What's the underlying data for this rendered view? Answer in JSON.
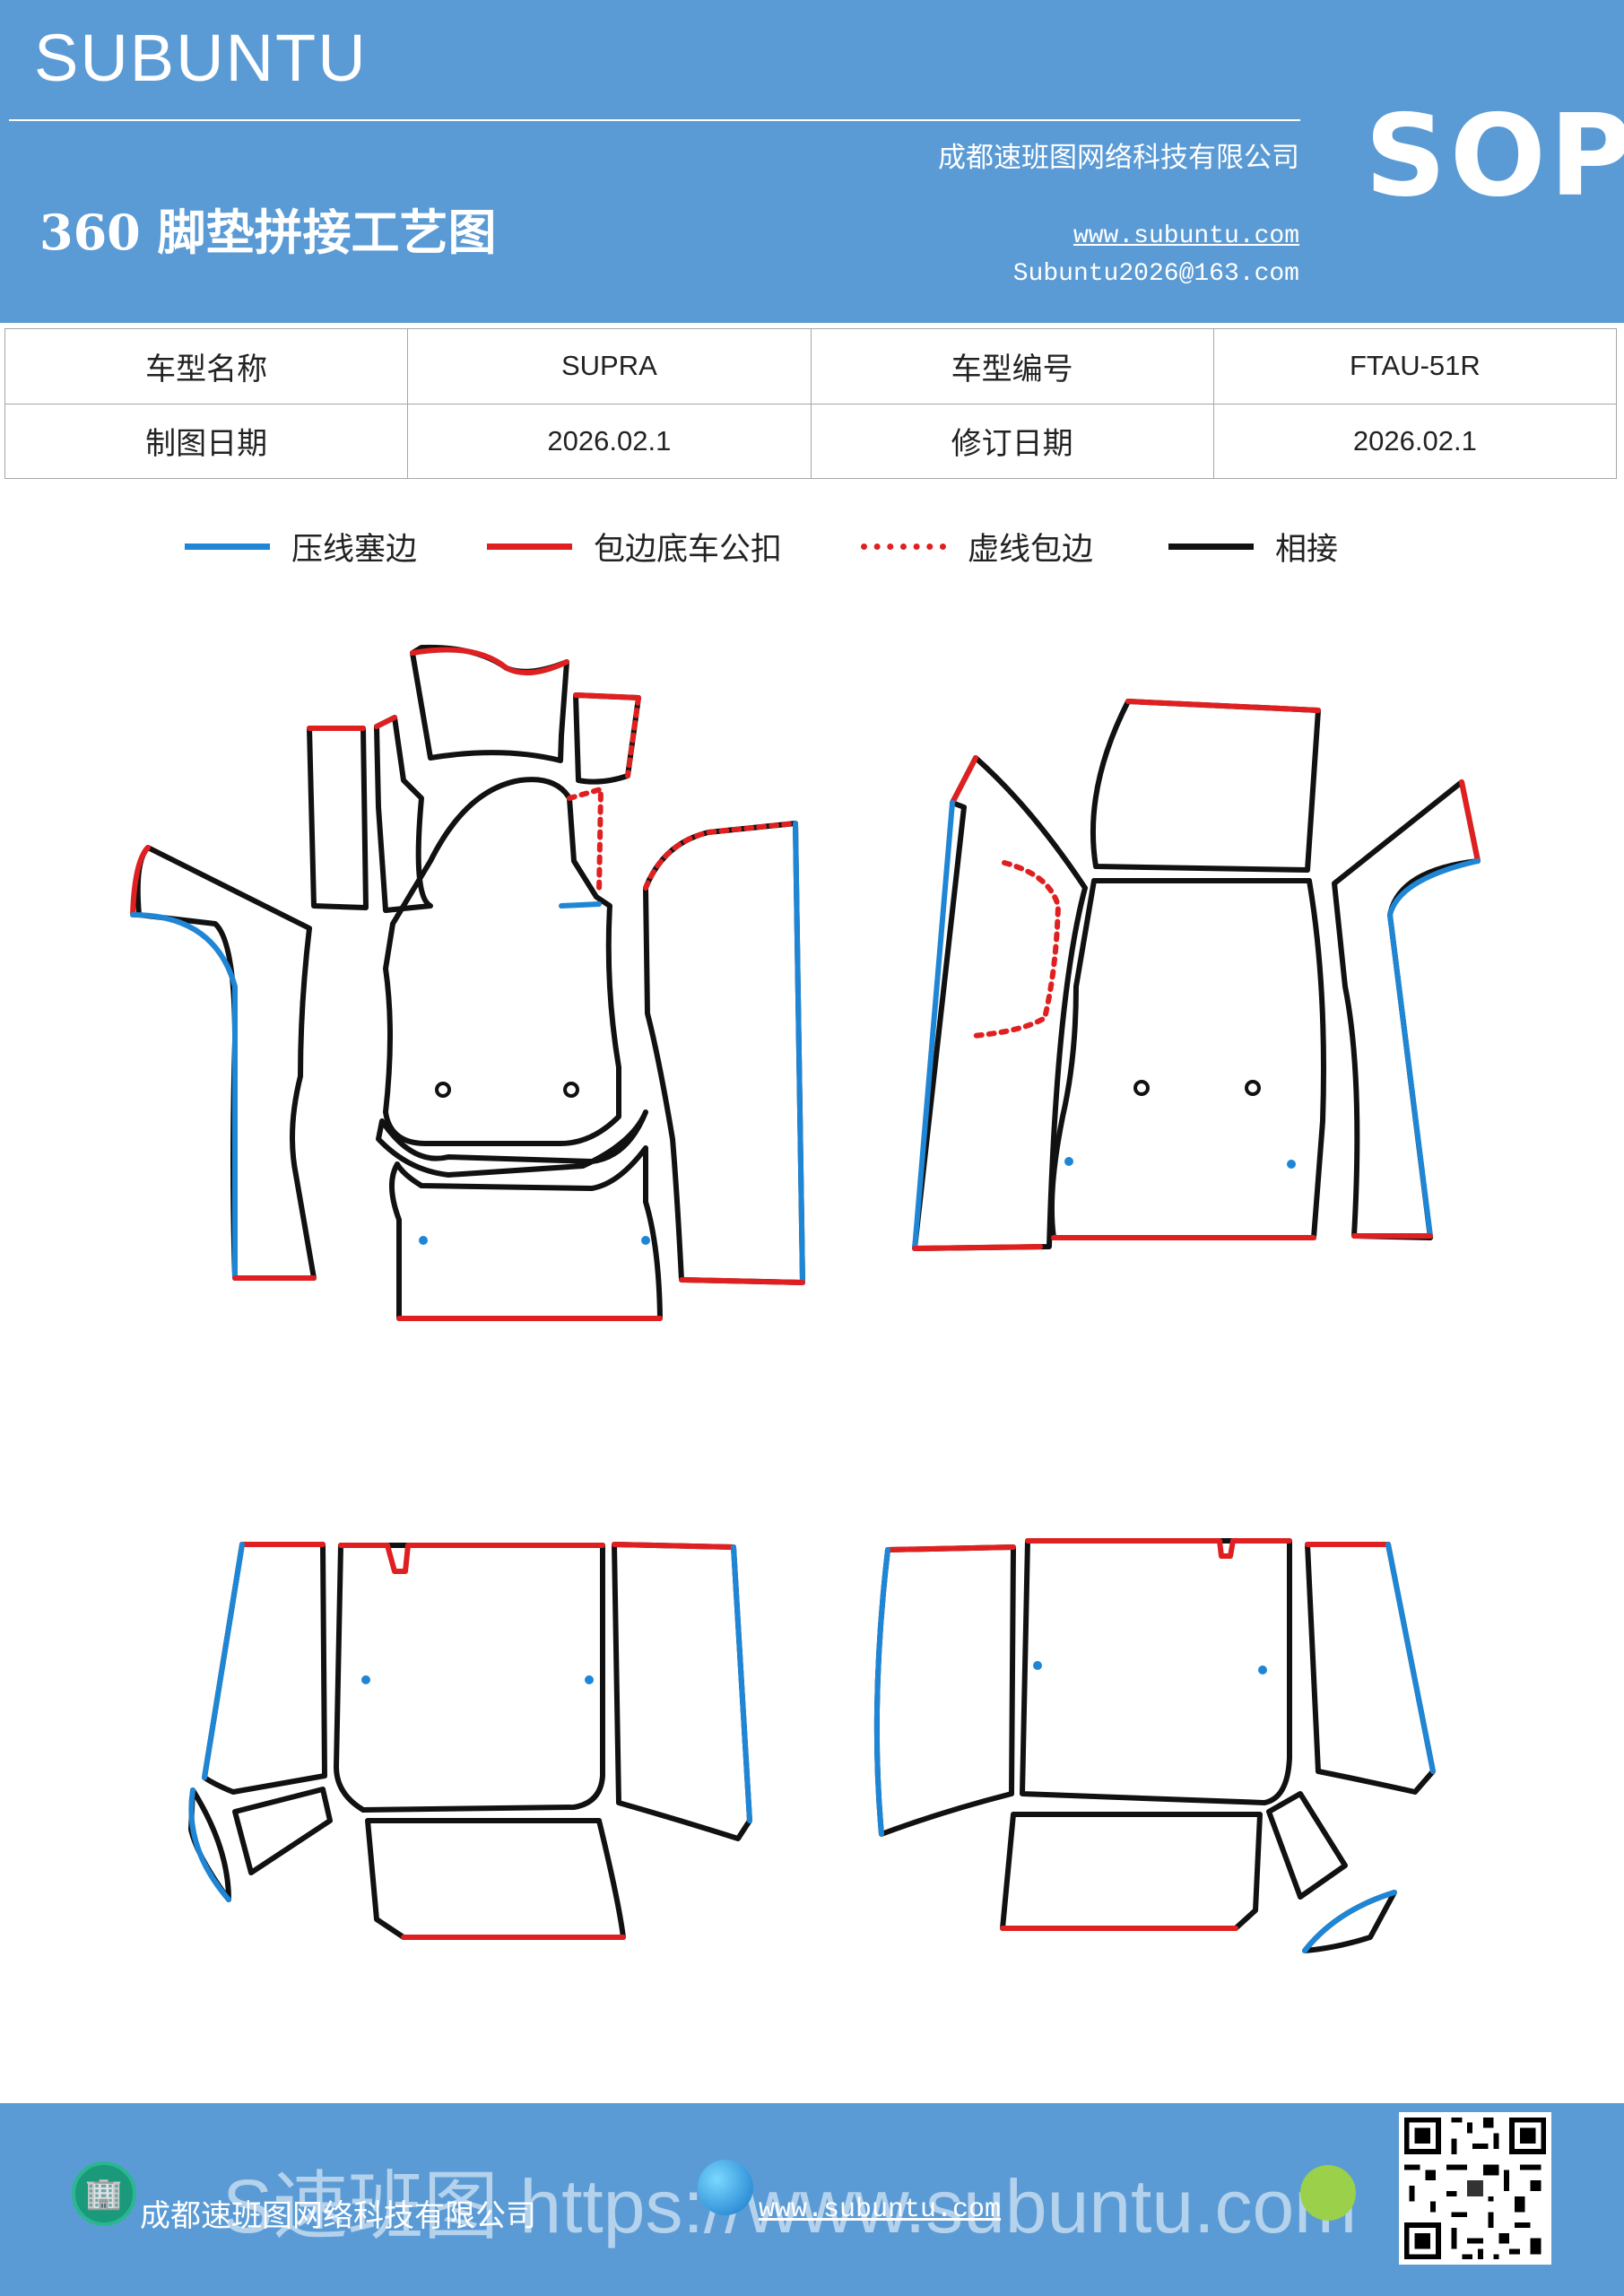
{
  "header": {
    "brand": "SUBUNTU",
    "company": "成都速班图网络科技有限公司",
    "title": "360 脚垫拼接工艺图",
    "website": "www.subuntu.com",
    "email": "Subuntu2026@163.com",
    "badge": "SOP",
    "background_color": "#5b9bd5"
  },
  "info_table": {
    "rows": [
      [
        "车型名称",
        "SUPRA",
        "车型编号",
        "FTAU-51R"
      ],
      [
        "制图日期",
        "2026.02.1",
        "修订日期",
        "2026.02.1"
      ]
    ]
  },
  "legend": [
    {
      "label": "压线塞边",
      "color": "#1f86d6",
      "style": "solid"
    },
    {
      "label": "包边底车公扣",
      "color": "#e02020",
      "style": "solid"
    },
    {
      "label": "虚线包边",
      "color": "#e02020",
      "style": "dotted"
    },
    {
      "label": "相接",
      "color": "#111111",
      "style": "solid"
    }
  ],
  "colors": {
    "press_line": "#1f86d6",
    "edge_wrap": "#e02020",
    "joint": "#111111"
  },
  "footer": {
    "company": "成都速班图网络科技有限公司",
    "website": "www.subuntu.com",
    "watermark": "S速班图 https://www.subuntu.com",
    "icons": [
      "building-icon",
      "globe-icon",
      "wechat-icon",
      "qr-code"
    ]
  }
}
